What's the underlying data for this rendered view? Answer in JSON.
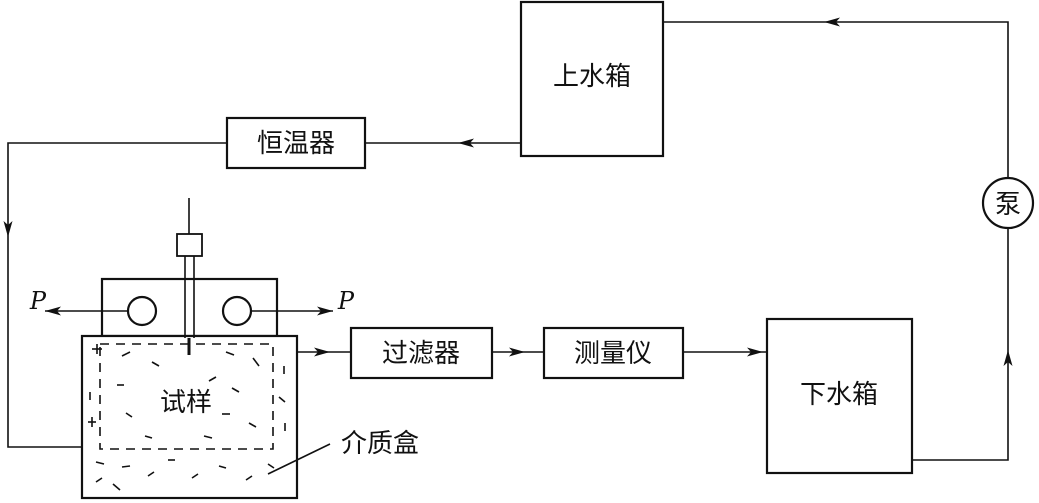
{
  "diagram": {
    "components": {
      "upper_tank": "上水箱",
      "thermostat": "恒温器",
      "pump": "泵",
      "filter": "过滤器",
      "meter": "测量仪",
      "lower_tank": "下水箱",
      "specimen": "试样",
      "medium_box": "介质盒"
    },
    "pressure_labels": {
      "left": "P",
      "right": "P"
    }
  }
}
